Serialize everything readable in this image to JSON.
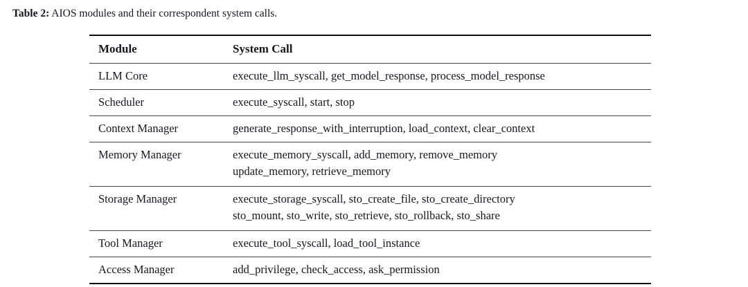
{
  "caption": {
    "label": "Table 2:",
    "text": "AIOS modules and their correspondent system calls."
  },
  "table": {
    "headers": {
      "module": "Module",
      "syscall": "System Call"
    },
    "rows": [
      {
        "module": "LLM Core",
        "syscall_line1": "execute_llm_syscall, get_model_response, process_model_response",
        "syscall_line2": ""
      },
      {
        "module": "Scheduler",
        "syscall_line1": "execute_syscall, start, stop",
        "syscall_line2": ""
      },
      {
        "module": "Context Manager",
        "syscall_line1": "generate_response_with_interruption, load_context, clear_context",
        "syscall_line2": ""
      },
      {
        "module": "Memory Manager",
        "syscall_line1": "execute_memory_syscall, add_memory, remove_memory",
        "syscall_line2": "update_memory, retrieve_memory"
      },
      {
        "module": "Storage Manager",
        "syscall_line1": "execute_storage_syscall, sto_create_file, sto_create_directory",
        "syscall_line2": "sto_mount, sto_write, sto_retrieve, sto_rollback, sto_share"
      },
      {
        "module": "Tool Manager",
        "syscall_line1": "execute_tool_syscall, load_tool_instance",
        "syscall_line2": ""
      },
      {
        "module": "Access Manager",
        "syscall_line1": "add_privilege, check_access, ask_permission",
        "syscall_line2": ""
      }
    ]
  },
  "colors": {
    "text": "#17171f",
    "rule_heavy": "#0d0d14",
    "rule_light": "#44444d",
    "background": "#ffffff"
  }
}
